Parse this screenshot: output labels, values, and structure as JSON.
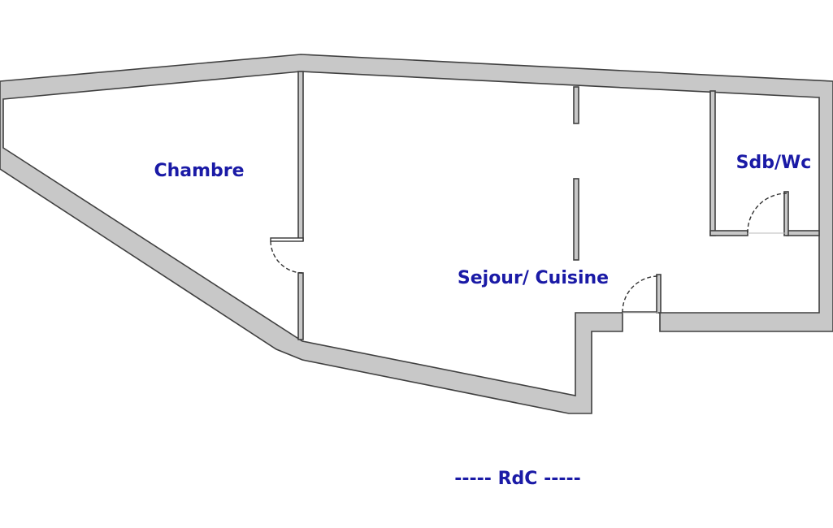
{
  "plan": {
    "rooms": [
      {
        "id": "chambre",
        "label": "Chambre"
      },
      {
        "id": "sejour",
        "label": "Sejour/ Cuisine"
      },
      {
        "id": "sdb",
        "label": "Sdb/Wc"
      }
    ],
    "caption": "----- RdC -----",
    "colors": {
      "label": "#1a1aa6",
      "wall_fill": "#c8c8c8",
      "wall_stroke": "#404040"
    }
  }
}
